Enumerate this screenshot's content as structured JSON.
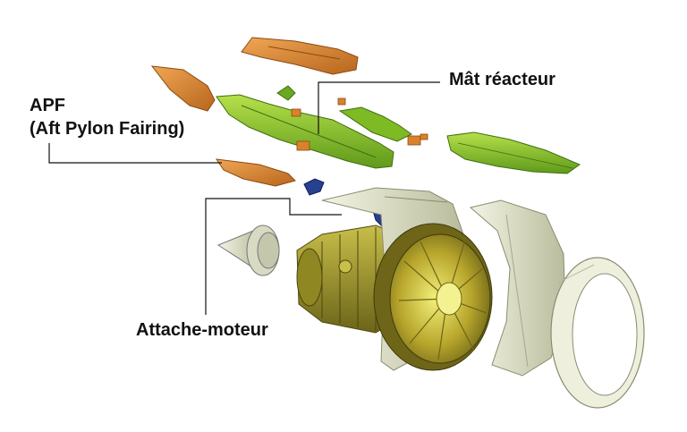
{
  "labels": {
    "apf_line1": "APF",
    "apf_line2": "(Aft Pylon Fairing)",
    "mat_reacteur": "Mât réacteur",
    "attache_moteur": "Attache-moteur"
  },
  "colors": {
    "fairing_orange": "#d9822b",
    "pylon_green": "#86c226",
    "engine_olive": "#a59b2a",
    "fan_yellow": "#d8d63a",
    "nacelle_cream": "#e4e6cf",
    "mount_blue": "#27408f",
    "leader_line": "#111111"
  }
}
